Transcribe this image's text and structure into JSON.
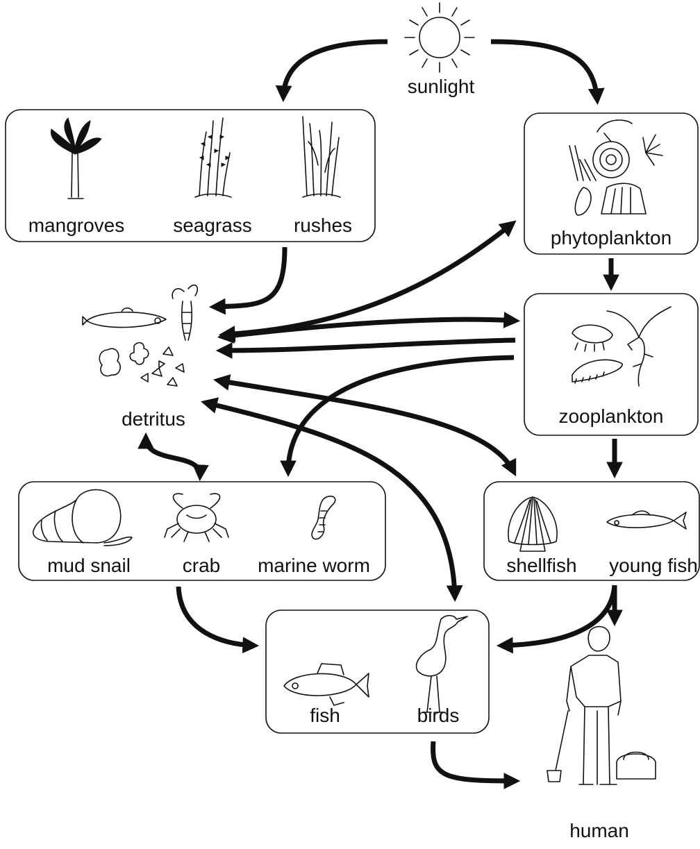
{
  "diagram": {
    "nodes": {
      "sunlight": "sunlight",
      "mangroves": "mangroves",
      "seagrass": "seagrass",
      "rushes": "rushes",
      "phytoplankton": "phytoplankton",
      "zooplankton": "zooplankton",
      "detritus": "detritus",
      "mud_snail": "mud snail",
      "crab": "crab",
      "marine_worm": "marine worm",
      "shellfish": "shellfish",
      "young_fish": "young fish",
      "fish": "fish",
      "birds": "birds",
      "human": "human"
    },
    "icons": [
      "sun-icon",
      "mangrove-icon",
      "seagrass-icon",
      "rushes-icon",
      "phytoplankton-icon",
      "zooplankton-icon",
      "detritus-icon",
      "mud-snail-icon",
      "crab-icon",
      "marine-worm-icon",
      "shellfish-icon",
      "young-fish-icon",
      "fish-icon",
      "bird-icon",
      "human-icon"
    ]
  }
}
